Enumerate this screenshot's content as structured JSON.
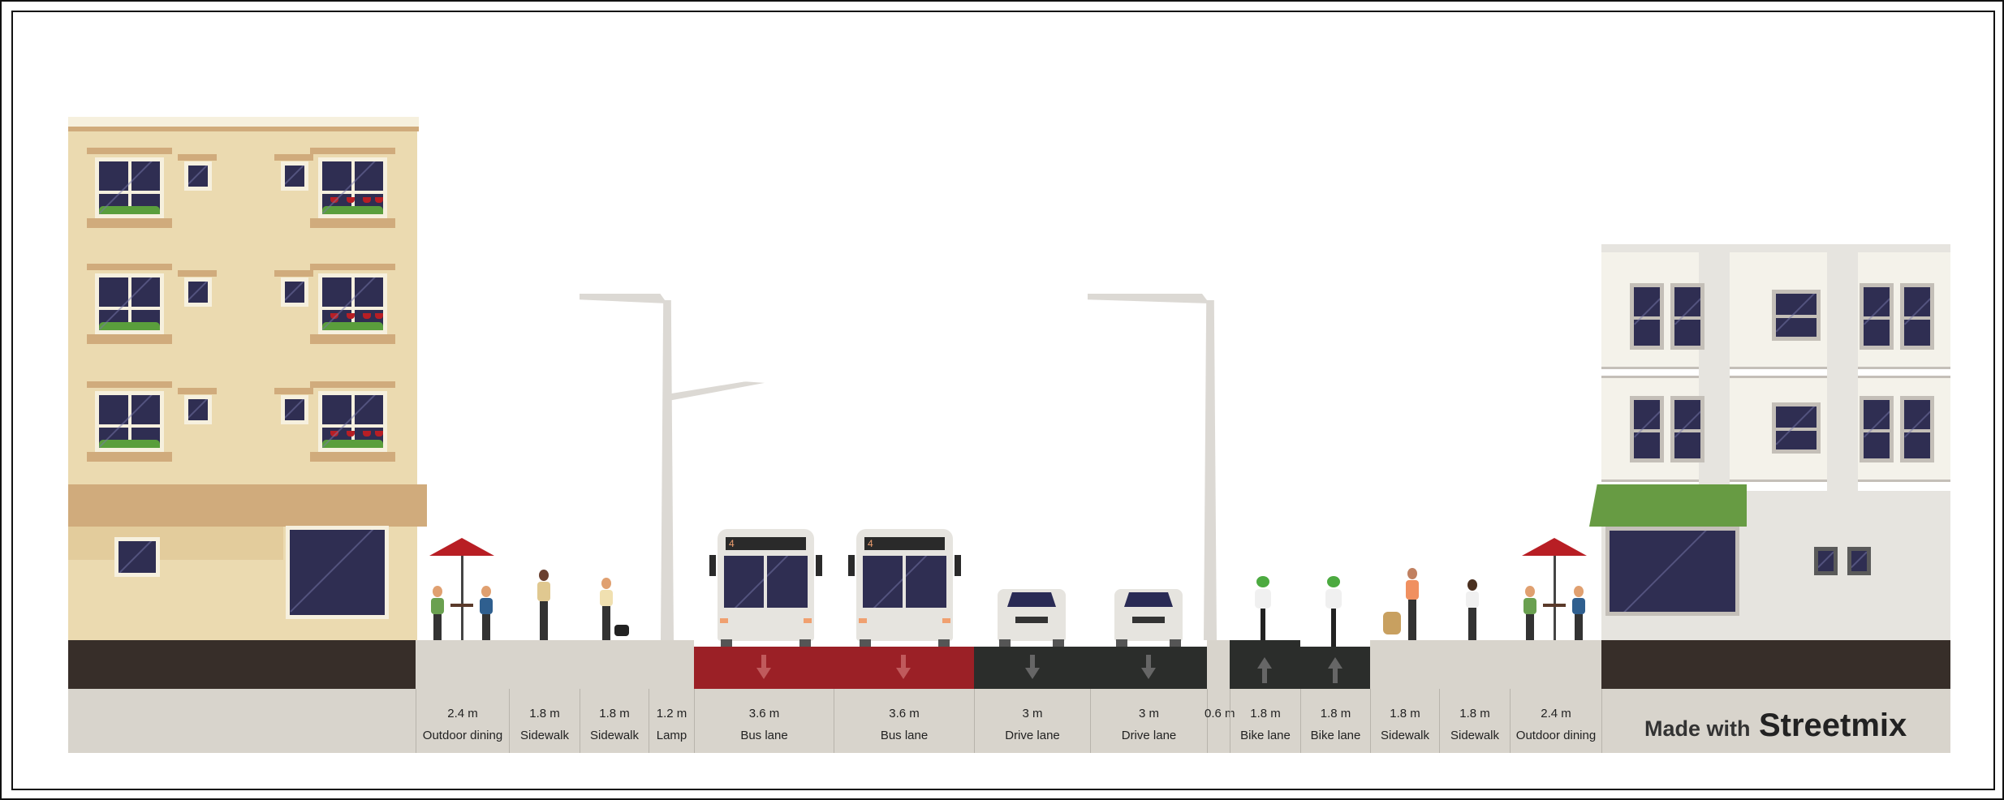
{
  "segments": [
    {
      "width": "2.4 m",
      "name": "Outdoor dining"
    },
    {
      "width": "1.8 m",
      "name": "Sidewalk"
    },
    {
      "width": "1.8 m",
      "name": "Sidewalk"
    },
    {
      "width": "1.2 m",
      "name": "Lamp"
    },
    {
      "width": "3.6 m",
      "name": "Bus lane"
    },
    {
      "width": "3.6 m",
      "name": "Bus lane"
    },
    {
      "width": "3 m",
      "name": "Drive lane"
    },
    {
      "width": "3 m",
      "name": "Drive lane"
    },
    {
      "width": "0.6 m",
      "name": ""
    },
    {
      "width": "1.8 m",
      "name": "Bike lane"
    },
    {
      "width": "1.8 m",
      "name": "Bike lane"
    },
    {
      "width": "1.8 m",
      "name": "Sidewalk"
    },
    {
      "width": "1.8 m",
      "name": "Sidewalk"
    },
    {
      "width": "2.4 m",
      "name": "Outdoor dining"
    }
  ],
  "bus_route": "4",
  "branding": {
    "made_with": "Made with",
    "brand": "Streetmix"
  },
  "colors": {
    "bus_lane": "#9b2026",
    "drive_lane": "#2b2d2b",
    "sidewalk": "#d8d4cc",
    "building_left": "#ebdab0",
    "building_right": "#f4f2ea",
    "awning_left": "#d0ab7c",
    "awning_right": "#679b43"
  }
}
